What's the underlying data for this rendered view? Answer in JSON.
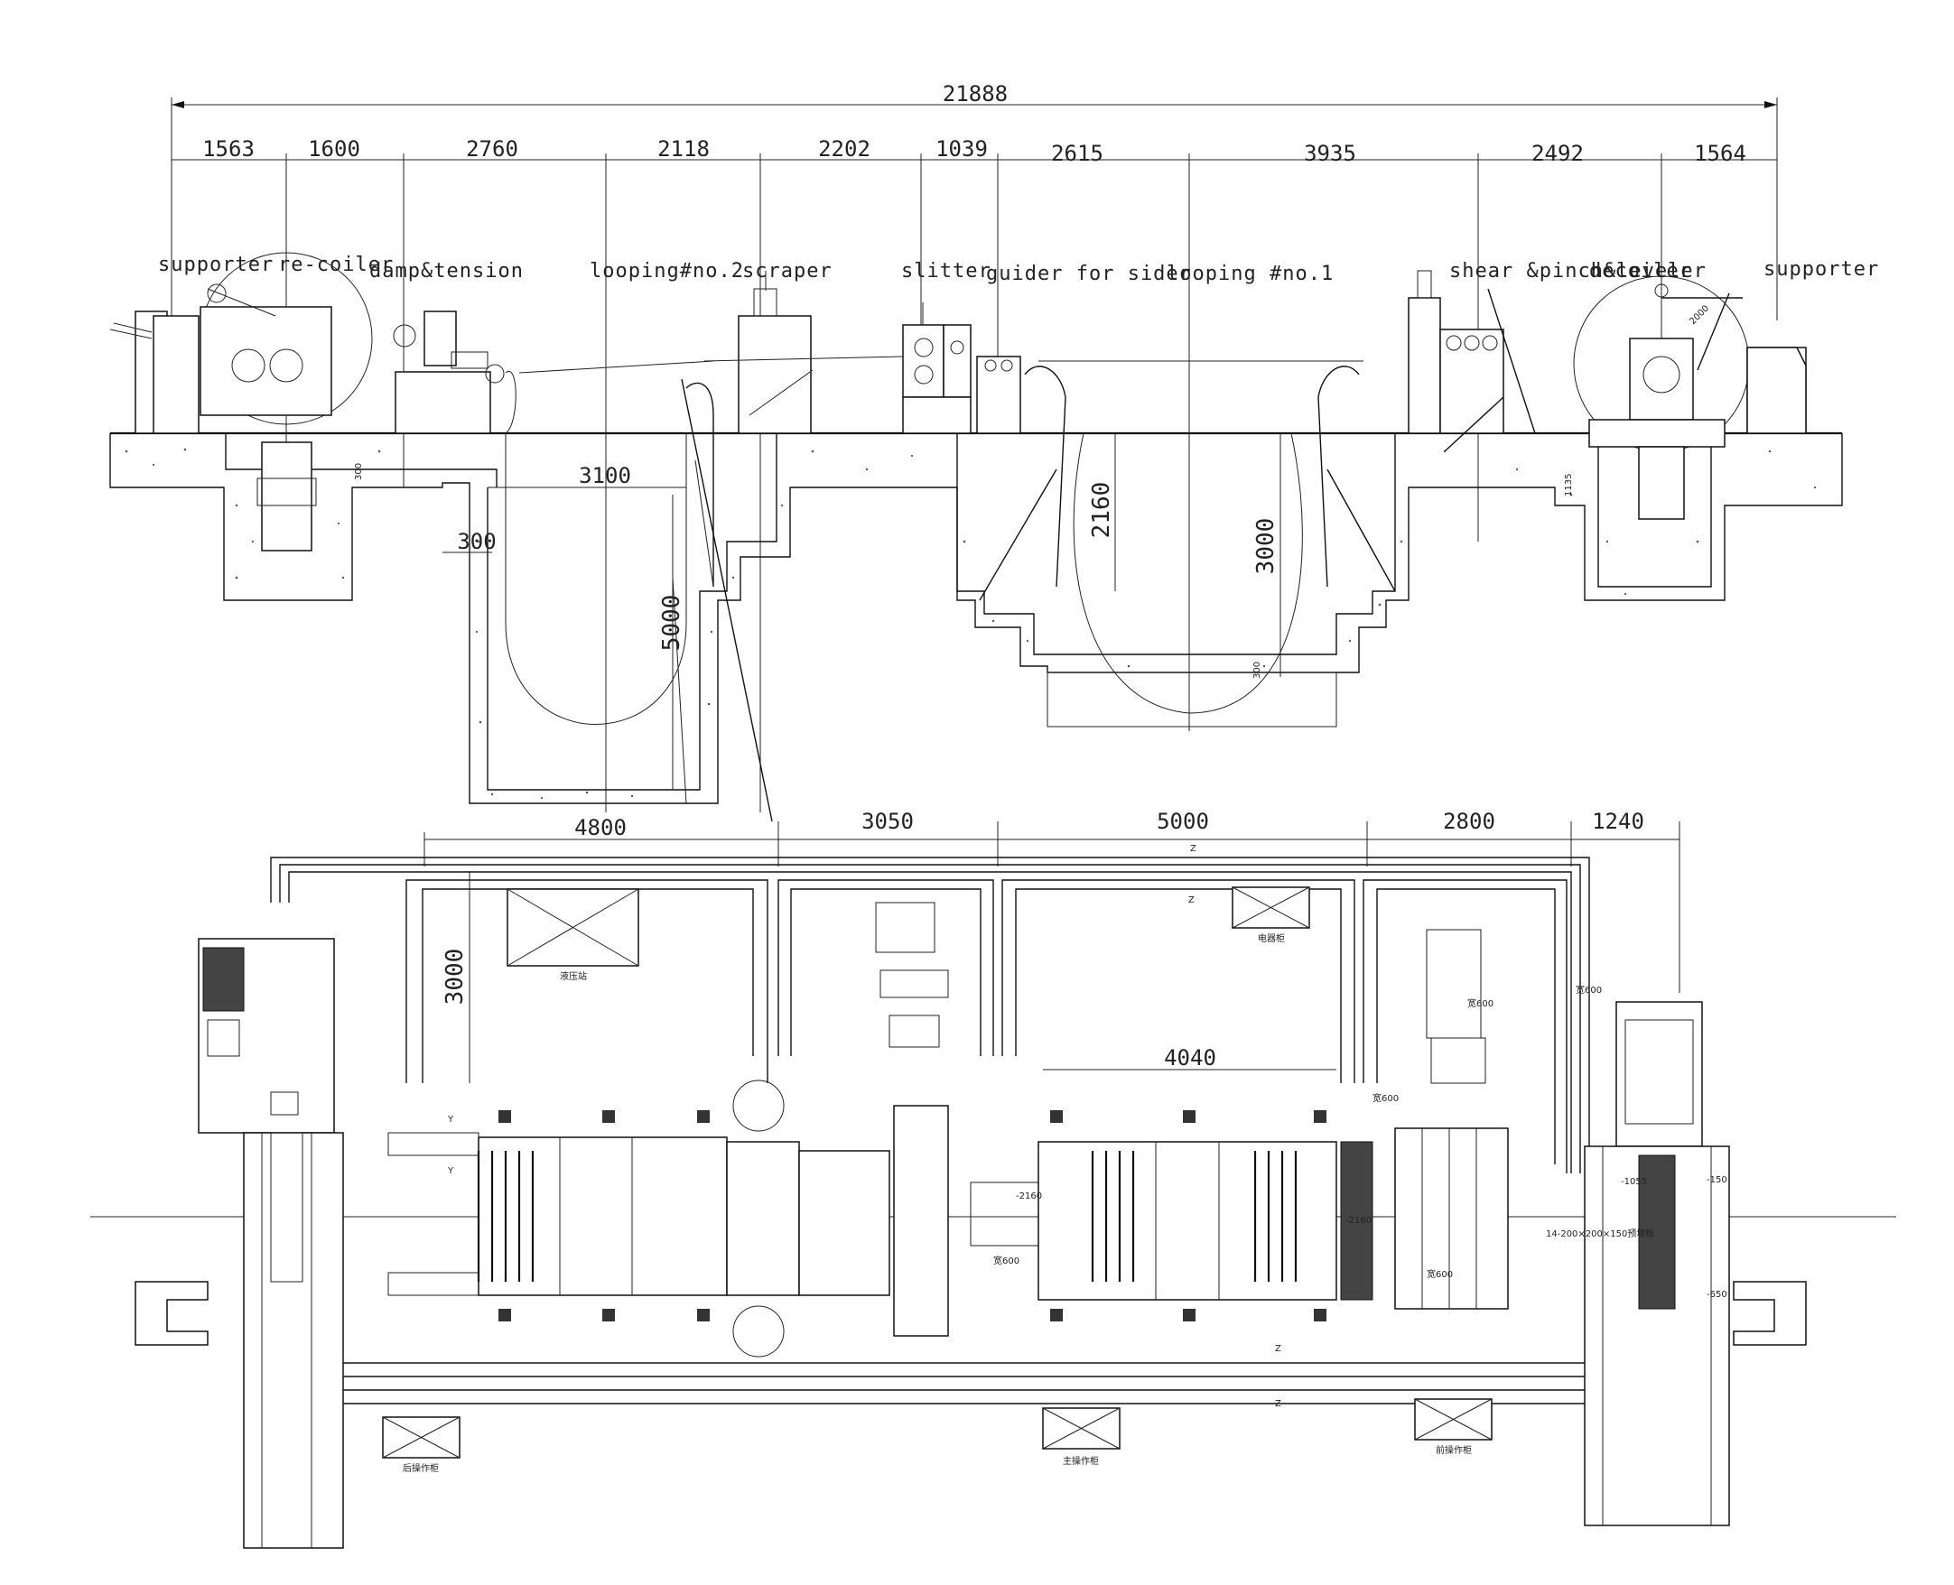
{
  "drawing": {
    "overall_dimension": "21888",
    "top_dimensions": [
      "1563",
      "1600",
      "2760",
      "2118",
      "2202",
      "1039",
      "2615",
      "3935",
      "2492",
      "1564"
    ],
    "station_labels": [
      "supporter",
      "re-coiler",
      "damp&tension",
      "looping#no.2",
      "scraper",
      "slitter",
      "guider for sider",
      "looping #no.1",
      "shear &pinch&leveler",
      "decoiler",
      "supporter"
    ],
    "elevation_dimensions": {
      "d300_left": "300",
      "d300_pit": "300",
      "d3100": "3100",
      "d5000": "5000",
      "d2160": "2160",
      "d3000": "3000",
      "d300_bottom": "300",
      "d1135": "1135",
      "d2000": "2000"
    },
    "plan_dimensions": {
      "d4800": "4800",
      "d3050": "3050",
      "d5000": "5000",
      "d2800": "2800",
      "d1240": "1240",
      "d3000": "3000",
      "d4040": "4040"
    },
    "plan_labels": {
      "hydraulic_station": "液压站",
      "electric_cabinet": "电器柜",
      "rear_console": "后操作柜",
      "main_console": "主操作柜",
      "front_console": "前操作柜"
    },
    "small_annotations": {
      "z1": "Z",
      "z2": "Z",
      "z3": "Z",
      "z4": "Z",
      "y1": "Y",
      "y2": "Y",
      "w600a": "宽600",
      "w600b": "宽600",
      "w600c": "宽600",
      "w600d": "宽600",
      "w600e": "宽600",
      "lev_neg2160a": "-2160",
      "lev_neg2160b": "-2160",
      "lev_neg1055": "-1055",
      "lev_neg150": "-150",
      "lev_neg650": "-650",
      "embed_plate": "14-200×200×150预埋板"
    }
  }
}
